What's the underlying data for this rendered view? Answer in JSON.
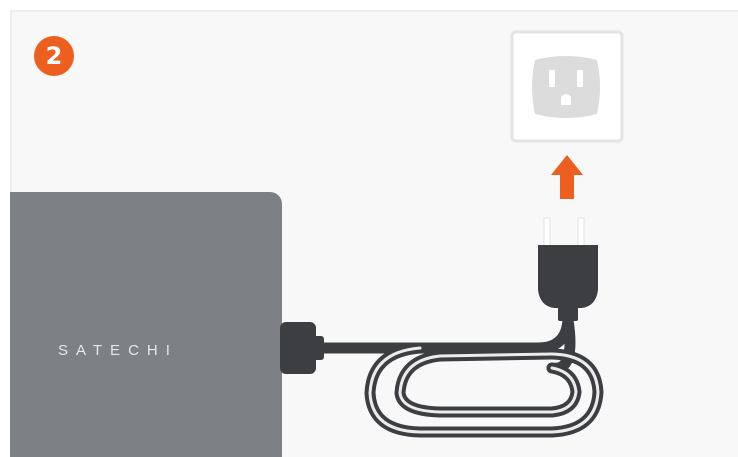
{
  "step": {
    "number": "2"
  },
  "device": {
    "brand": "SATECHI"
  },
  "colors": {
    "accent": "#ec5f1e",
    "device": "#7d8085",
    "cable": "#3d3e42",
    "outlet_outline": "#e4e4e4",
    "outlet_face": "#dcdcdc"
  },
  "icons": {
    "step_badge": "numbered-circle",
    "arrow": "arrow-up-icon",
    "outlet": "wall-outlet-icon",
    "plug": "power-plug-icon",
    "cable": "coiled-cable"
  }
}
